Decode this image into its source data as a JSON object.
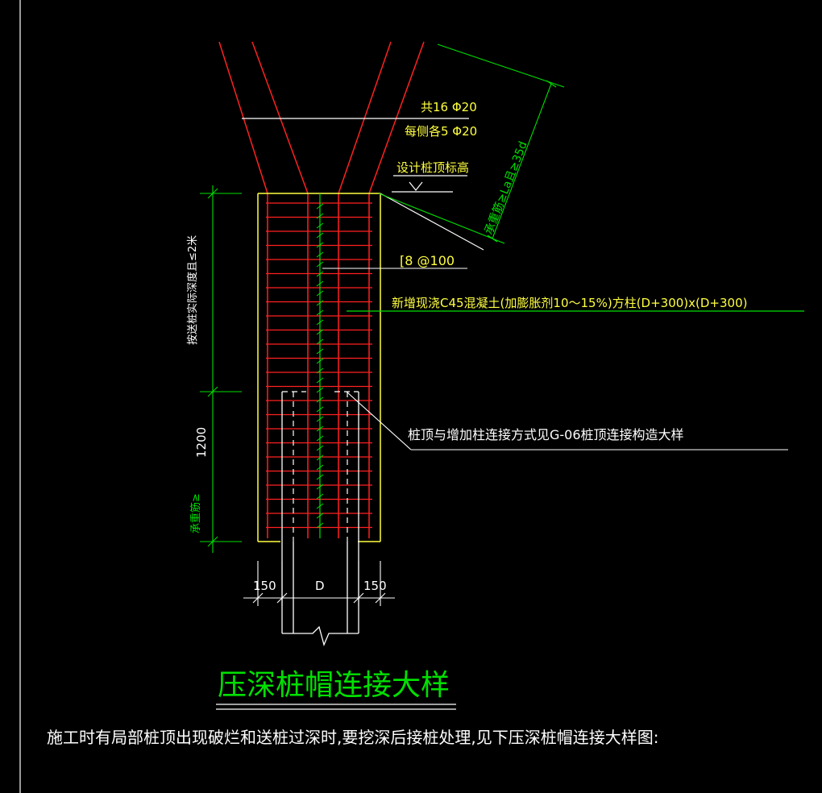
{
  "colors": {
    "background": "#000000",
    "red": "#ff2020",
    "yellow": "#ffff40",
    "green": "#00e000",
    "white": "#ffffff",
    "gray": "#b8b8b8"
  },
  "labels": {
    "total_bars": "共16 Φ20",
    "bars_each_side": "每侧各5 Φ20",
    "design_pile_top": "设计桩顶标高",
    "anchor_length": "承重筋≥La且≥35d",
    "stirrup": "[8 @100",
    "new_column_note": "新增现浇C45混凝土(加膨胀剂10～15%)方柱(D+300)x(D+300)",
    "depth_note": "按送桩实际深度且≤2米",
    "dim_1200": "1200",
    "bearing_bar": "承重筋≥",
    "connection_note": "桩顶与增加柱连接方式见G-06桩顶连接构造大样",
    "dim_left": "150",
    "dim_d": "D",
    "dim_right": "150"
  },
  "title": "压深桩帽连接大样",
  "caption": "施工时有局部桩顶出现破烂和送桩过深时,要挖深后接桩处理,见下压深桩帽连接大样图:"
}
